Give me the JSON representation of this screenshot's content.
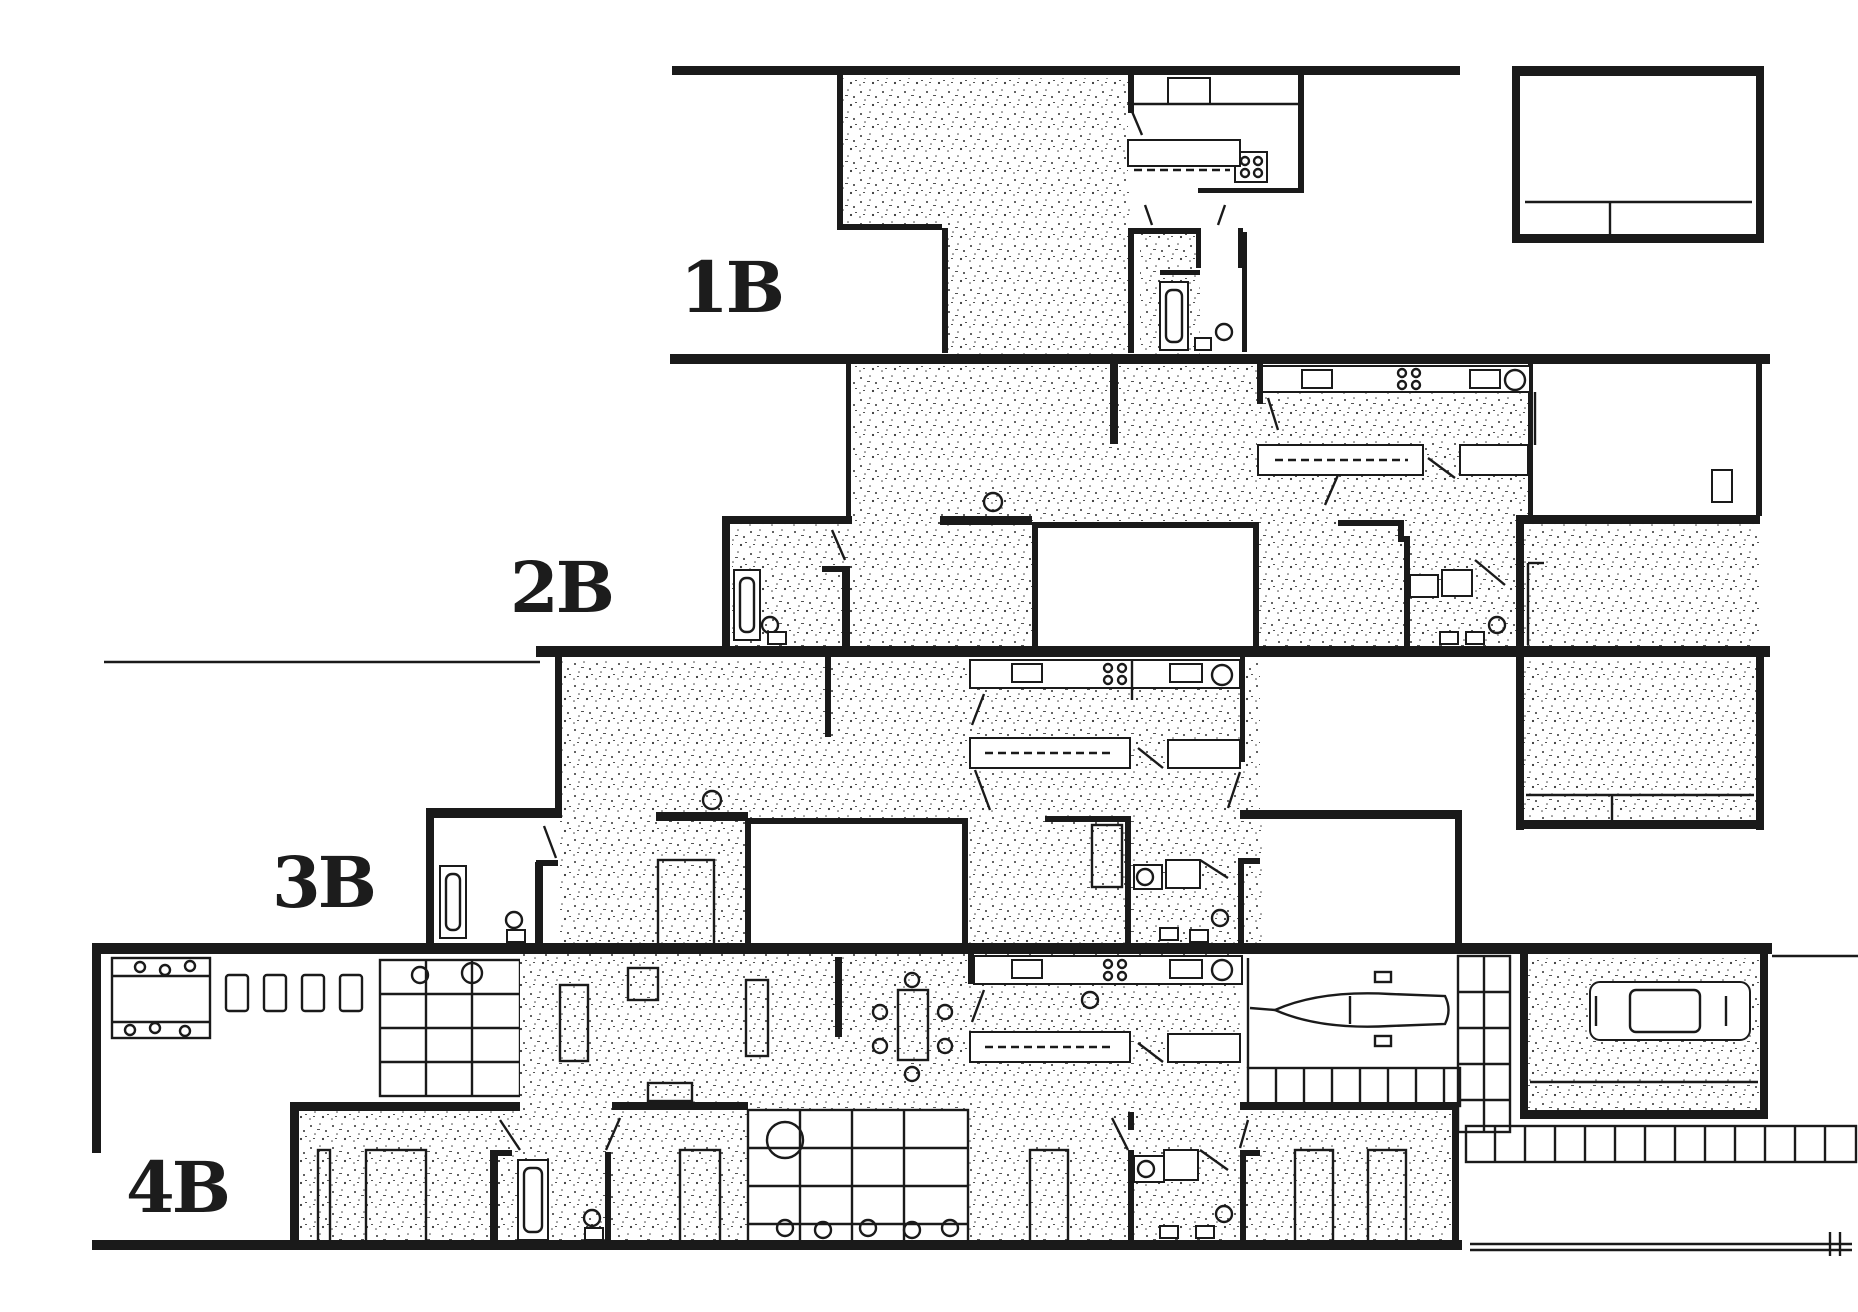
{
  "unit_labels": {
    "unit_1b": "1B",
    "unit_2b": "2B",
    "unit_3b": "3B",
    "unit_4b": "4B"
  },
  "colors": {
    "ink": "#1a1a1a",
    "paper": "#ffffff"
  }
}
